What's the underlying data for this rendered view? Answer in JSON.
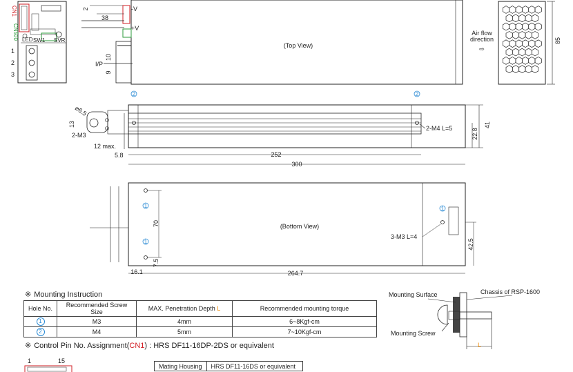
{
  "connectors": {
    "cn1": "CN1",
    "cn500": "CN500",
    "led": "LED",
    "sw1": "SW1",
    "svr": "SVR",
    "pins": [
      "1",
      "2",
      "3"
    ]
  },
  "top_view": {
    "label": "(Top View)",
    "minus_v": "-V",
    "plus_v": "+V",
    "ip": "I/P",
    "dim_2": "2",
    "dim_38": "38",
    "dim_10": "10",
    "dim_9": "9"
  },
  "airflow": {
    "label_line1": "Air flow",
    "label_line2": "direction",
    "arrow": "⇨",
    "dim_85": "85"
  },
  "side_view": {
    "hole": "⌀6.5",
    "dim_13": "13",
    "m3": "2-M3",
    "max": "12 max.",
    "dim_58": "5.8",
    "dim_252": "252",
    "dim_300": "300",
    "m4": "2-M4  L=5",
    "dim_228": "22.8",
    "dim_41": "41",
    "hole_mark": "2"
  },
  "bottom_view": {
    "label": "(Bottom View)",
    "dim_70": "70",
    "dim_75": "7.5",
    "dim_161": "16.1",
    "dim_2647": "264.7",
    "m3": "3-M3 L=4",
    "dim_425": "42.5",
    "hole_mark": "1"
  },
  "mounting": {
    "title": "Mounting Instruction",
    "mark": "※",
    "headers": [
      "Hole No.",
      "Recommended Screw Size",
      "MAX. Penetration Depth",
      "Recommended mounting torque"
    ],
    "depth_letter": "L",
    "rows": [
      {
        "hole": "1",
        "screw": "M3",
        "depth": "4mm",
        "torque": "6~8Kgf-cm"
      },
      {
        "hole": "2",
        "screw": "M4",
        "depth": "5mm",
        "torque": "7~10Kgf-cm"
      }
    ]
  },
  "mount_diagram": {
    "surface": "Mounting Surface",
    "chassis": "Chassis of RSP-1600",
    "screw": "Mounting Screw",
    "l": "L"
  },
  "control_pin": {
    "mark": "※",
    "text_before": "Control Pin No. Assignment(",
    "cn": "CN1",
    "text_after": ") : HRS DF11-16DP-2DS or equivalent",
    "pin_1": "1",
    "pin_15": "15"
  },
  "mating": {
    "label": "Mating Housing",
    "value": "HRS DF11-16DS or equivalent"
  }
}
